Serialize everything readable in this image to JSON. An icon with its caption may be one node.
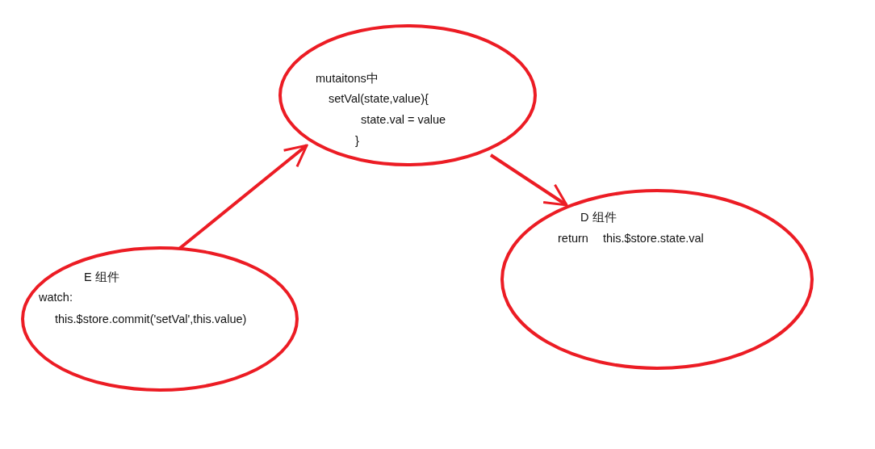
{
  "diagram": {
    "nodes": [
      {
        "text": [
          "mutaitons中",
          "setVal(state,value){",
          "state.val = value",
          "}"
        ]
      },
      {
        "text": [
          "E 组件",
          "watch:",
          "this.$store.commit('setVal',this.value)"
        ]
      },
      {
        "text": [
          "D 组件",
          "return this.$store.state.val"
        ]
      }
    ],
    "edges": [
      {
        "from": 1,
        "to": 0,
        "arrow": "to"
      },
      {
        "from": 0,
        "to": 2,
        "arrow": "to"
      }
    ]
  }
}
